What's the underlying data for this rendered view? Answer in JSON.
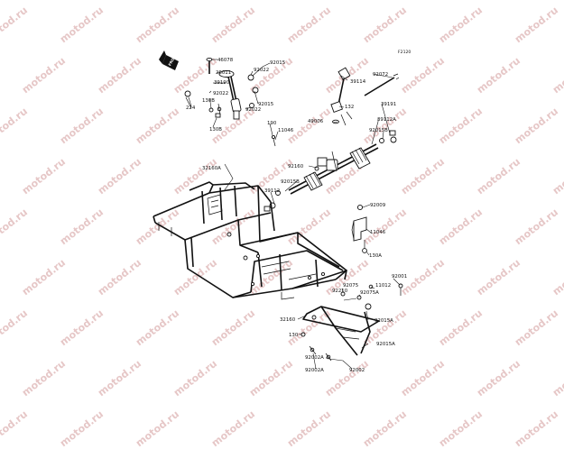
{
  "diagram_id": "F2120",
  "front_badge": "FRONT",
  "watermark": "motod.ru",
  "parts": [
    {
      "label": "46078"
    },
    {
      "label": "26011"
    },
    {
      "label": "92022"
    },
    {
      "label": "92015"
    },
    {
      "label": "39190"
    },
    {
      "label": "224"
    },
    {
      "label": "92022"
    },
    {
      "label": "130B"
    },
    {
      "label": "130B"
    },
    {
      "label": "92022"
    },
    {
      "label": "92015"
    },
    {
      "label": "39114"
    },
    {
      "label": "92072"
    },
    {
      "label": "39191"
    },
    {
      "label": "132"
    },
    {
      "label": "49006"
    },
    {
      "label": "39112A"
    },
    {
      "label": "190"
    },
    {
      "label": "11046"
    },
    {
      "label": "92015B"
    },
    {
      "label": "92160"
    },
    {
      "label": "32160A"
    },
    {
      "label": "92015B"
    },
    {
      "label": "39112"
    },
    {
      "label": "92009"
    },
    {
      "label": "11046"
    },
    {
      "label": "130A"
    },
    {
      "label": "92001"
    },
    {
      "label": "92075"
    },
    {
      "label": "11012"
    },
    {
      "label": "92210"
    },
    {
      "label": "92075A"
    },
    {
      "label": "32160"
    },
    {
      "label": "92015A"
    },
    {
      "label": "130"
    },
    {
      "label": "92015A"
    },
    {
      "label": "92002A"
    },
    {
      "label": "92002A"
    },
    {
      "label": "92002"
    }
  ]
}
